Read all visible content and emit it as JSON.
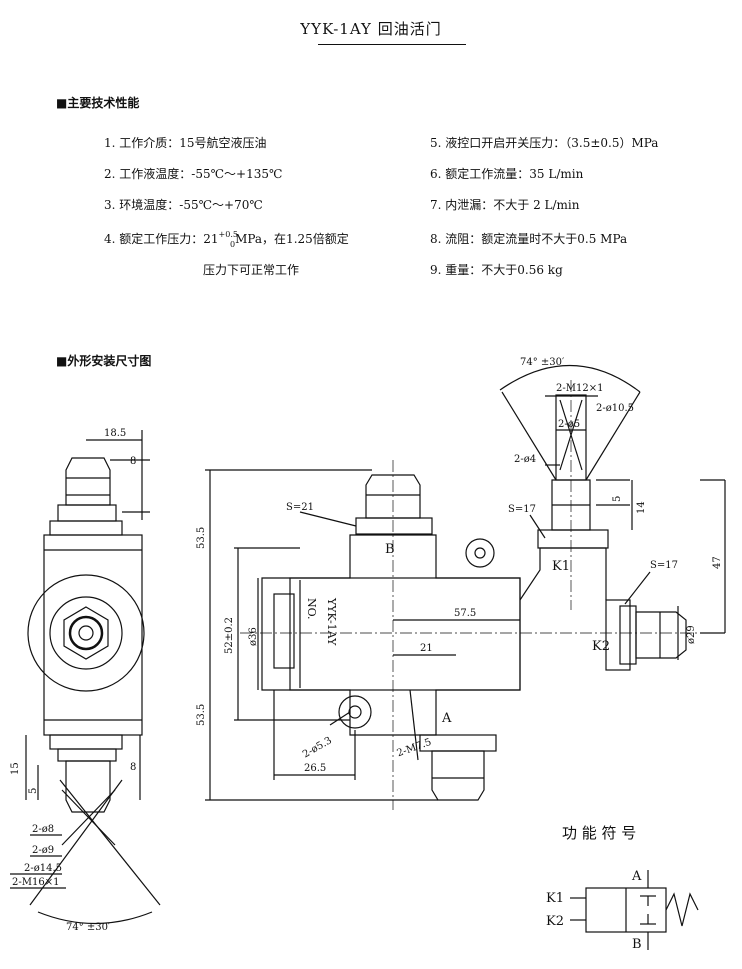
{
  "title": "YYK-1AY  回油活门",
  "sections": {
    "specs_heading": "■主要技术性能",
    "drawing_heading": "■外形安装尺寸图"
  },
  "specs_left": [
    "1. 工作介质：15号航空液压油",
    "2. 工作液温度：-55℃～+135℃",
    "3. 环境温度：-55℃～+70℃"
  ],
  "spec4": {
    "prefix": "4. 额定工作压力：21",
    "sup": "+0.5",
    "sub": "0",
    "suffix": "MPa，在1.25倍额定",
    "line2": "压力下可正常工作"
  },
  "specs_right": [
    "5. 液控口开启开关压力：（3.5±0.5）MPa",
    "6. 额定工作流量：35 L/min",
    "7. 内泄漏：不大于 2 L/min",
    "8. 流阻：额定流量时不大于0.5 MPa",
    "9. 重量：不大于0.56 kg"
  ],
  "dims": {
    "d18_5": "18.5",
    "d8a": "8",
    "d8b": "8",
    "d15": "15",
    "d5a": "5",
    "phi8": "2-ø8",
    "phi9": "2-ø9",
    "phi14_5": "2-ø14.5",
    "m16": "2-M16×1",
    "angle_left": "74° ±30′",
    "angle_right": "74° ±30′",
    "m12": "2-M12×1",
    "phi10_5": "2-ø10.5",
    "phi5": "2-ø5",
    "phi4": "2-ø4",
    "d5b": "5",
    "d14": "14",
    "d47": "47",
    "s17a": "S=17",
    "s17b": "S=17",
    "s21": "S=21",
    "d53_5a": "53.5",
    "d53_5b": "53.5",
    "d52": "52±0.2",
    "phi36": "ø36",
    "d57_5": "57.5",
    "d21": "21",
    "phi29": "ø29",
    "phi5_3": "2-ø5.3",
    "m7_5": "2-M7.5",
    "d26_5": "26.5"
  },
  "ports": {
    "a": "A",
    "b": "B",
    "k1": "K1",
    "k2": "K2"
  },
  "nameplate": {
    "no": "NO.",
    "model": "YYK-1AY"
  },
  "symbol": {
    "title": "功 能 符 号",
    "k1": "K1",
    "k2": "K2",
    "a": "A",
    "b": "B"
  }
}
